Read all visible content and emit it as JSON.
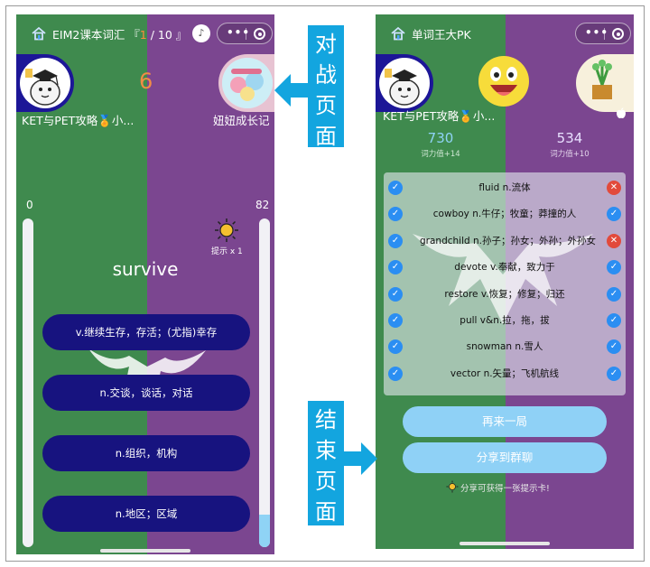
{
  "left_phone": {
    "title_prefix": "EIM2课本词汇 『",
    "title_current": "1",
    "title_suffix": " / 10 』",
    "player_left_name": "KET与PET攻略🏅小...",
    "player_right_name": "妞妞成长记",
    "round_number": "6",
    "score_left": "0",
    "score_right": "82",
    "hint_label": "提示 x 1",
    "word": "survive",
    "options": [
      "v.继续生存，存活；(尤指)幸存",
      "n.交谈，谈话，对话",
      "n.组织，机构",
      "n.地区；区域"
    ],
    "progress_left": 0,
    "progress_right": 0.1
  },
  "right_phone": {
    "title": "单词王大PK",
    "player_left_name": "KET与PET攻略🏅小...",
    "score_left": "730",
    "score_left_label": "词力值+14",
    "score_right": "534",
    "score_right_label": "词力值+10",
    "results": [
      {
        "word": "fluid n.流体",
        "left": "ok",
        "right": "bad"
      },
      {
        "word": "cowboy n.牛仔；牧童；莽撞的人",
        "left": "ok",
        "right": "ok"
      },
      {
        "word": "grandchild n.孙子；孙女；外孙；外孙女",
        "left": "ok",
        "right": "bad"
      },
      {
        "word": "devote v.奉献，致力于",
        "left": "ok",
        "right": "ok"
      },
      {
        "word": "restore v.恢复；修复；归还",
        "left": "ok",
        "right": "ok"
      },
      {
        "word": "pull v&n.拉，拖，拔",
        "left": "ok",
        "right": "ok"
      },
      {
        "word": "snowman n.雪人",
        "left": "ok",
        "right": "ok"
      },
      {
        "word": "vector n.矢量；飞机航线",
        "left": "ok",
        "right": "ok"
      }
    ],
    "btn_again": "再来一局",
    "btn_share": "分享到群聊",
    "share_tip": "分享可获得一张提示卡!"
  },
  "callouts": {
    "battle": "对战页面",
    "end": "结束页面"
  },
  "colors": {
    "green": "#3f8a4e",
    "purple": "#7b4690",
    "option_navy": "#17137f",
    "callout_blue": "#13a5df",
    "button_blue": "#8fd1f6",
    "check_blue": "#2b8ef2",
    "cross_red": "#e24a3b",
    "round_orange": "#f28c45"
  }
}
